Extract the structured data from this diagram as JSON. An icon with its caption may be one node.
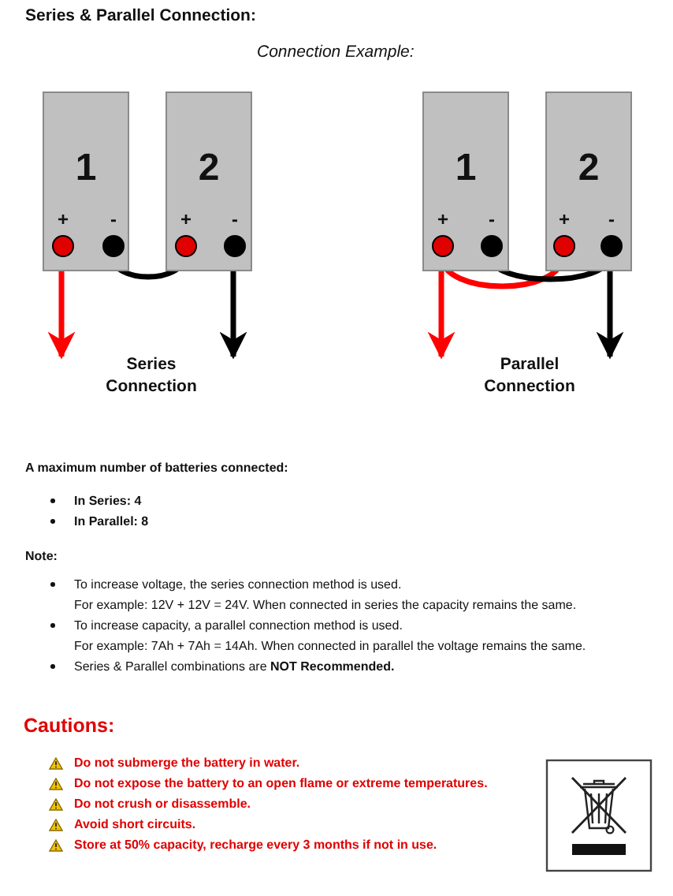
{
  "diagram": {
    "title": "Series & Parallel Connection:",
    "nodes": [
      {
        "text": [
          "1"
        ]
      },
      {
        "text": [
          "+"
        ],
        "in": 0
      },
      {
        "text": [
          "-"
        ],
        "in": 0
      },
      {
        "text": [
          "2"
        ]
      },
      {
        "text": [
          "+"
        ],
        "in": 3
      },
      {
        "text": [
          "-"
        ],
        "in": 3
      },
      {
        "text": [
          "1"
        ]
      },
      {
        "text": [
          "+"
        ],
        "in": 6
      },
      {
        "text": [
          "-"
        ],
        "in": 6
      },
      {
        "text": [
          "2"
        ]
      },
      {
        "text": [
          "+"
        ],
        "in": 9
      },
      {
        "text": [
          "-"
        ],
        "in": 9
      }
    ],
    "edges": [
      {
        "from": 2,
        "to": 4,
        "arrow": "none"
      },
      {
        "from": 1,
        "to": null,
        "arrow": "to",
        "color": "#ff0000"
      },
      {
        "from": 5,
        "to": null,
        "arrow": "to"
      },
      {
        "from": 7,
        "to": 10,
        "arrow": "none",
        "color": "#ff0000"
      },
      {
        "from": 8,
        "to": 11,
        "arrow": "none"
      },
      {
        "from": 7,
        "to": null,
        "arrow": "to",
        "color": "#ff0000"
      },
      {
        "from": 11,
        "to": null,
        "arrow": "to"
      }
    ],
    "labels": [
      "Connection Example:",
      "Series Connection",
      "Parallel Connection",
      "A maximum number of batteries connected:",
      "In Series: 4",
      "In Parallel: 8",
      "Note:",
      "To increase voltage, the series connection method is used.",
      "For example: 12V + 12V = 24V. When connected in series the capacity remains the same.",
      "To increase capacity, a parallel connection method is used.",
      "For example: 7Ah + 7Ah = 14Ah. When connected in parallel the voltage remains the same.",
      "Series & Parallel combinations are **NOT Recommended.**",
      "Cautions:",
      "Do not submerge the battery in water.",
      "Do not expose the battery to an open flame or extreme temperatures.",
      "Do not crush or disassemble.",
      "Avoid short circuits.",
      "Store at 50% capacity, recharge every 3 months if not in use."
    ]
  }
}
